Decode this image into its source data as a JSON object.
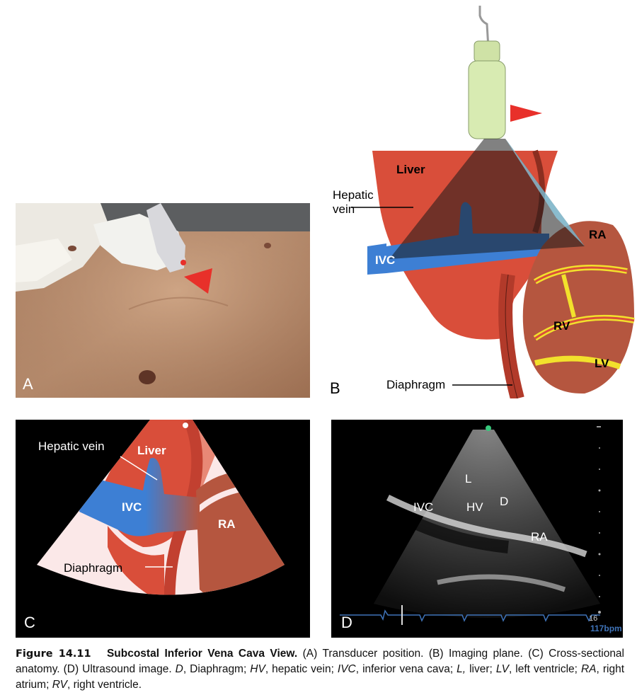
{
  "panels": {
    "a": {
      "letter": "A"
    },
    "b": {
      "letter": "B",
      "labels": {
        "liver": "Liver",
        "hepatic_vein_1": "Hepatic",
        "hepatic_vein_2": "vein",
        "ivc": "IVC",
        "ra": "RA",
        "rv": "RV",
        "lv": "LV",
        "diaphragm": "Diaphragm"
      }
    },
    "c": {
      "letter": "C",
      "labels": {
        "hepatic_vein": "Hepatic vein",
        "liver": "Liver",
        "ivc": "IVC",
        "ra": "RA",
        "diaphragm": "Diaphragm"
      }
    },
    "d": {
      "letter": "D",
      "labels": {
        "l": "L",
        "ivc": "IVC",
        "hv": "HV",
        "d": "D",
        "ra": "RA"
      },
      "depth": "16",
      "heart_rate": "117bpm"
    }
  },
  "caption": {
    "figure": "Figure 14.11",
    "title": "Subcostal Inferior Vena Cava View.",
    "s1": " (A) Transducer position. (B) Imaging plane. (C) Cross-sectional anatomy. (D) Ultrasound image. ",
    "ab_d": "D",
    "t_d": ", Diaphragm; ",
    "ab_hv": "HV",
    "t_hv": ", hepatic vein; ",
    "ab_ivc": "IVC",
    "t_ivc": ", inferior vena cava; ",
    "ab_l": "L,",
    "t_l": " liver; ",
    "ab_lv": "LV",
    "t_lv": ", left ventricle; ",
    "ab_ra": "RA",
    "t_ra": ", right atrium; ",
    "ab_rv": "RV",
    "t_rv": ", right ventricle."
  },
  "colors": {
    "liver": "#d94e3a",
    "ivc": "#3d7fd4",
    "ra": "#b5563f",
    "arrow": "#e8302a",
    "ecg": "#3f73b8"
  }
}
